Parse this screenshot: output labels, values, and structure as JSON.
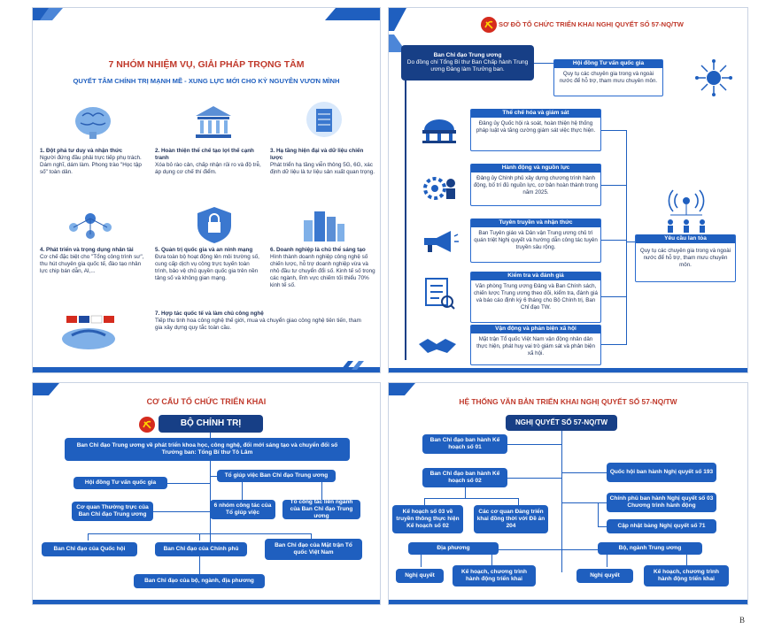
{
  "panel1": {
    "title": "7 NHÓM NHIỆM VỤ, GIẢI PHÁP TRỌNG TÂM",
    "subtitle": "QUYẾT TÂM CHÍNH TRỊ MẠNH MẼ - XUNG LỰC MỚI CHO KỶ NGUYÊN VƯƠN MÌNH",
    "items": [
      {
        "head": "1. Đột phá tư duy và nhận thức",
        "body": "Người đứng đầu phải trực tiếp phụ trách. Dám nghĩ, dám làm. Phong trào \"Học tập số\" toàn dân."
      },
      {
        "head": "2. Hoàn thiện thể chế tạo lợi thế cạnh tranh",
        "body": "Xóa bỏ rào cản, chấp nhận rủi ro và độ trễ, áp dụng cơ chế thí điểm."
      },
      {
        "head": "3. Hạ tầng hiện đại và dữ liệu chiến lược",
        "body": "Phát triển hạ tầng viễn thông 5G, 6G, xác định dữ liệu là tư liệu sản xuất quan trọng."
      },
      {
        "head": "4. Phát triển và trọng dụng nhân tài",
        "body": "Cơ chế đặc biệt cho \"Tổng công trình sư\", thu hút chuyên gia quốc tế, đào tạo nhân lực chip bán dẫn, AI,..."
      },
      {
        "head": "5. Quản trị quốc gia và an ninh mạng",
        "body": "Đưa toàn bộ hoạt động lên môi trường số, cung cấp dịch vụ công trực tuyến toàn trình, bảo vệ chủ quyền quốc gia trên nền tảng số và không gian mạng."
      },
      {
        "head": "6. Doanh nghiệp là chủ thể sáng tạo",
        "body": "Hình thành doanh nghiệp công nghệ số chiến lược, hỗ trợ doanh nghiệp vừa và nhỏ đầu tư chuyển đổi số. Kinh tế số trong các ngành, lĩnh vực chiếm tối thiểu 70% kinh tế số."
      },
      {
        "head": "7. Hợp tác quốc tế và làm chủ công nghệ",
        "body": "Tiếp thu tinh hoa công nghệ thế giới, mua và chuyển giao công nghệ tiên tiến, tham gia xây dựng quy tắc toàn cầu."
      }
    ]
  },
  "panel2": {
    "title": "SƠ ĐỒ TỔ CHỨC TRIỂN KHAI NGHỊ QUYẾT SỐ 57-NQ/TW",
    "top_box": {
      "head": "Ban Chỉ đạo Trung ương",
      "body": "Do đồng chí Tổng Bí thư Ban Chấp hành Trung ương Đảng làm Trưởng ban."
    },
    "council": {
      "head": "Hội đồng Tư vấn quốc gia",
      "body": "Quy tụ các chuyên gia trong và ngoài nước để hỗ trợ, tham mưu chuyên môn."
    },
    "groups": [
      {
        "head": "Thể chế hóa và giám sát",
        "body": "Đảng ủy Quốc hội rà soát, hoàn thiện hệ thống pháp luật và tăng cường giám sát việc thực hiện."
      },
      {
        "head": "Hành động và nguồn lực",
        "body": "Đảng ủy Chính phủ xây dựng chương trình hành động, bố trí đủ nguồn lực, cơ bản hoàn thành trong năm 2025."
      },
      {
        "head": "Tuyên truyền và nhận thức",
        "body": "Ban Tuyên giáo và Dân vận Trung ương chủ trì quán triệt Nghị quyết và hướng dẫn công tác tuyên truyền sâu rộng."
      },
      {
        "head": "Kiểm tra và đánh giá",
        "body": "Văn phòng Trung ương Đảng và Ban Chính sách, chiến lược Trung ương theo dõi, kiểm tra, đánh giá và báo cáo định kỳ 6 tháng cho Bộ Chính trị, Ban Chỉ đạo TW."
      },
      {
        "head": "Vận động và phản biện xã hội",
        "body": "Mặt trận Tổ quốc Việt Nam vận động nhân dân thực hiện, phát huy vai trò giám sát và phản biện xã hội."
      }
    ],
    "spread": {
      "head": "Yêu cầu lan tỏa",
      "body": "Quy tụ các chuyên gia trong và ngoài nước để hỗ trợ, tham mưu chuyên môn."
    }
  },
  "panel3": {
    "title": "CƠ CẤU TỔ CHỨC TRIỂN KHAI",
    "politburo": "BỘ CHÍNH TRỊ",
    "central": "Ban Chỉ đạo Trung ương về phát triển khoa học, công nghệ, đổi mới sáng tạo và chuyển đổi số Trưởng ban: Tổng Bí thư Tô Lâm",
    "council": "Hội đồng Tư vấn quốc gia",
    "support": "Tổ giúp việc Ban Chỉ đạo Trung ương",
    "standing": "Cơ quan Thường trực của Ban Chỉ đạo Trung ương",
    "groups6": "6 nhóm công tác của Tổ giúp việc",
    "interagency": "Tổ công tác liên ngành của Ban Chỉ đạo Trung ương",
    "bottom": [
      "Ban Chỉ đạo của Quốc hội",
      "Ban Chỉ đạo của Chính phủ",
      "Ban Chỉ đạo của Mặt trận Tổ quốc Việt Nam"
    ],
    "local": "Ban Chỉ đạo của bộ, ngành, địa phương"
  },
  "panel4": {
    "title": "HỆ THỐNG VĂN BẢN TRIỂN KHAI NGHỊ QUYẾT SỐ 57-NQ/TW",
    "root": "NGHỊ QUYẾT SỐ 57-NQ/TW",
    "plan01": "Ban Chỉ đạo ban hành Kế hoạch số 01",
    "plan02": "Ban Chỉ đạo ban hành Kế hoạch số 02",
    "plan03": "Kế hoạch số 03 về truyền thông thực hiện Kế hoạch số 02",
    "party": "Các cơ quan Đảng triển khai đồng thời với Đề án 204",
    "assembly": "Quốc hội ban hành Nghị quyết số 193",
    "gov": "Chính phủ ban hành Nghị quyết số 03 Chương trình hành động",
    "update": "Cập nhật bảng Nghị quyết số 71",
    "local": "Địa phương",
    "ministry": "Bộ, ngành Trung ương",
    "leaves": [
      "Nghị quyết",
      "Kế hoạch, chương trình hành động triển khai",
      "Nghị quyết",
      "Kế hoạch, chương trình hành động triển khai"
    ]
  },
  "footer": "B"
}
